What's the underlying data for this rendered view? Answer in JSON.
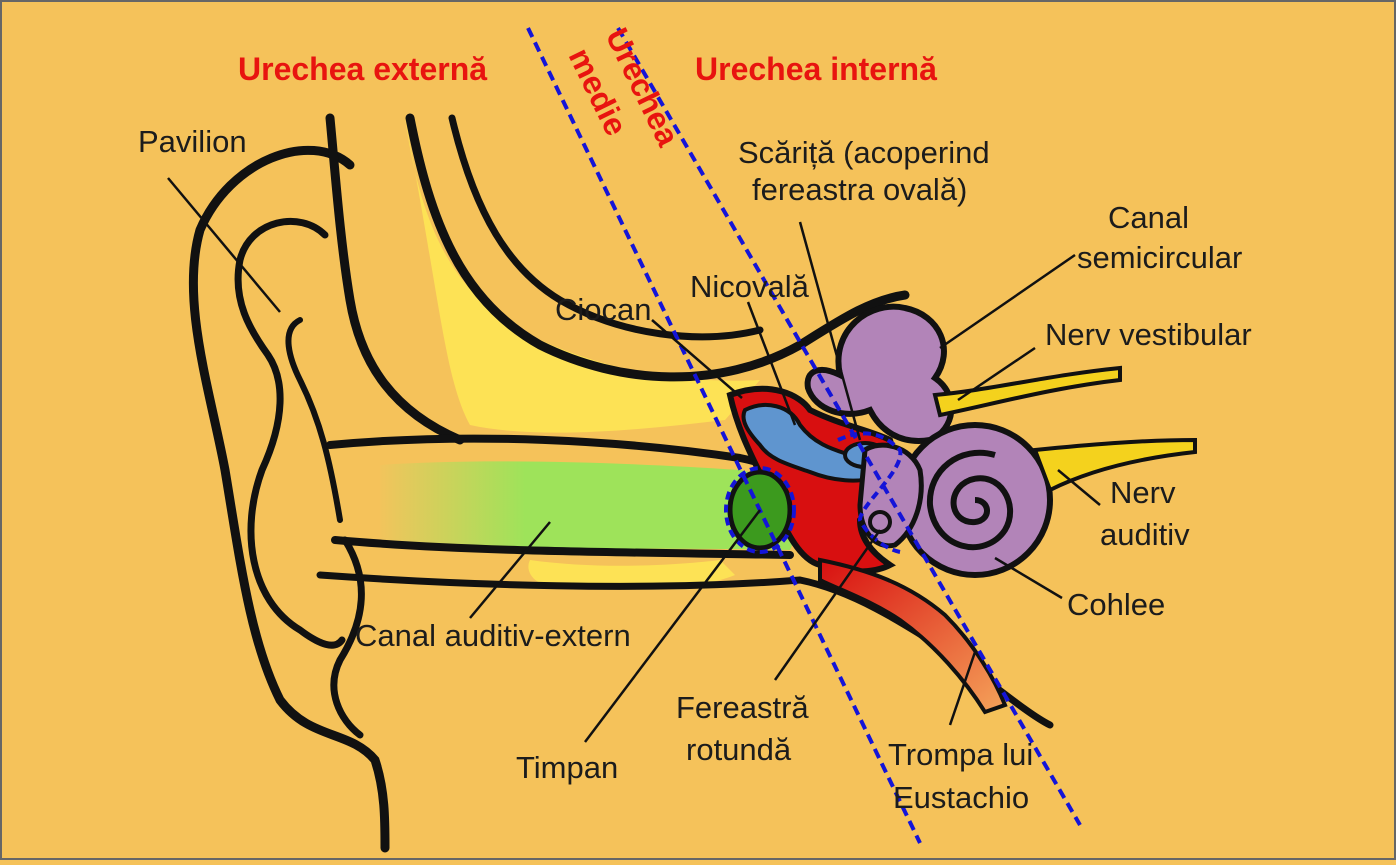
{
  "diagram": {
    "sections": {
      "outer": "Urechea externă",
      "middle_line1": "Urechea",
      "middle_line2": "medie",
      "inner": "Urechea internă"
    },
    "labels": {
      "pavilion": "Pavilion",
      "ciocan": "Ciocan",
      "nicovala": "Nicovală",
      "scarita_line1": "Scăriță (acoperind",
      "scarita_line2": "fereastra ovală)",
      "canal_semicircular_line1": "Canal",
      "canal_semicircular_line2": "semicircular",
      "nerv_vestibular": "Nerv vestibular",
      "nerv_auditiv_line1": "Nerv",
      "nerv_auditiv_line2": "auditiv",
      "cohlee": "Cohlee",
      "canal_auditiv_extern": "Canal auditiv-extern",
      "timpan": "Timpan",
      "fereastra_rotunda_line1": "Fereastră",
      "fereastra_rotunda_line2": "rotundă",
      "trompa_line1": "Trompa lui",
      "trompa_line2": "Eustachio"
    },
    "colors": {
      "background": "#f5c25a",
      "section_title": "#e8140f",
      "divider": "#1414d8",
      "canal_green": "#9ee35a",
      "eardrum_green": "#3c9a1e",
      "bone_yellow": "#fde255",
      "cochlea_purple": "#b284b8",
      "middle_ear_red": "#d80f10",
      "ossicle_blue": "#5f95cf",
      "nerve_yellow": "#f4d21d"
    }
  }
}
